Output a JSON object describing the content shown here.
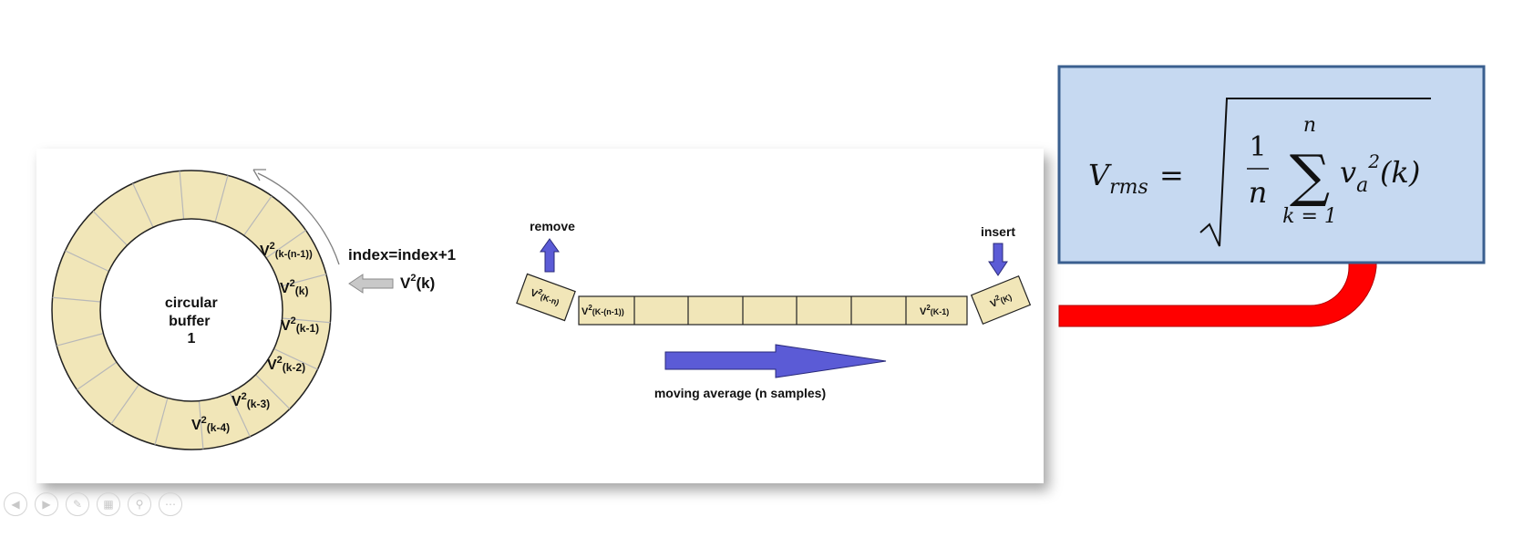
{
  "ring": {
    "center_label": [
      "circular",
      "buffer",
      "1"
    ],
    "cells": [
      {
        "base": "V",
        "sup": "2",
        "sub": "(k-(n-1))"
      },
      {
        "base": "V",
        "sup": "2",
        "sub": "(k)"
      },
      {
        "base": "V",
        "sup": "2",
        "sub": "(k-1)"
      },
      {
        "base": "V",
        "sup": "2",
        "sub": "(k-2)"
      },
      {
        "base": "V",
        "sup": "2",
        "sub": "(k-3)"
      },
      {
        "base": "V",
        "sup": "2",
        "sub": "(k-4)"
      }
    ],
    "index_label": "index=index+1",
    "input_label": {
      "base": "V",
      "sup": "2",
      "tail": "(k)"
    }
  },
  "linear": {
    "remove_label": "remove",
    "insert_label": "insert",
    "removed_cell": {
      "base": "V",
      "sup": "2",
      "sub": "(K-n)"
    },
    "inserted_cell": {
      "base": "V",
      "sup": "2",
      "sub": "(K)"
    },
    "first_cell": {
      "base": "V",
      "sup": "2",
      "sub": "(K-(n-1))"
    },
    "last_cell": {
      "base": "V",
      "sup": "2",
      "sub": "(K-1)"
    },
    "caption": "moving average (n samples)"
  },
  "formula": {
    "lhs_base": "V",
    "lhs_sub": "rms",
    "equals": "=",
    "frac_num": "1",
    "frac_den": "n",
    "sigma": "∑",
    "sum_upper": "n",
    "sum_lower": "k = 1",
    "term_base": "v",
    "term_sub": "a",
    "term_sup": "2",
    "term_arg": "(k)"
  },
  "colors": {
    "cell_fill": "#f1e6b8",
    "formula_fill": "#c6d9f1",
    "formula_border": "#3a5f8f",
    "blue_arrow": "#5b5bd6",
    "red_arrow": "#ff0000"
  },
  "nav_icons": [
    "prev-icon",
    "next-icon",
    "pen-icon",
    "slides-icon",
    "zoom-icon",
    "more-icon"
  ]
}
